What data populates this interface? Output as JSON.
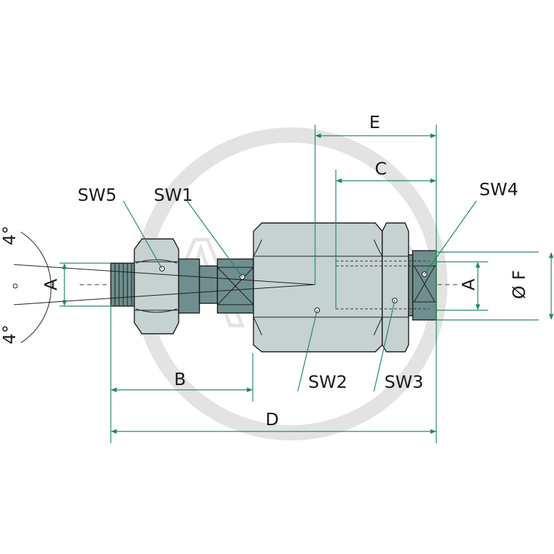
{
  "colors": {
    "body": "#c6d1d1",
    "thread": "#6f8e8e",
    "dimension": "#1e8a5a",
    "outline": "#1a1a1a",
    "watermark": "#e6e6e6"
  },
  "watermark": {
    "text": "AGP"
  },
  "labels": {
    "sw5": "SW5",
    "sw1": "SW1",
    "sw4": "SW4",
    "sw2": "SW2",
    "sw3": "SW3",
    "a_left": "A",
    "a_right": "A",
    "b": "B",
    "c": "C",
    "d": "D",
    "e": "E",
    "f": "Ø F",
    "angle_top": "4°",
    "angle_bottom": "4°"
  }
}
